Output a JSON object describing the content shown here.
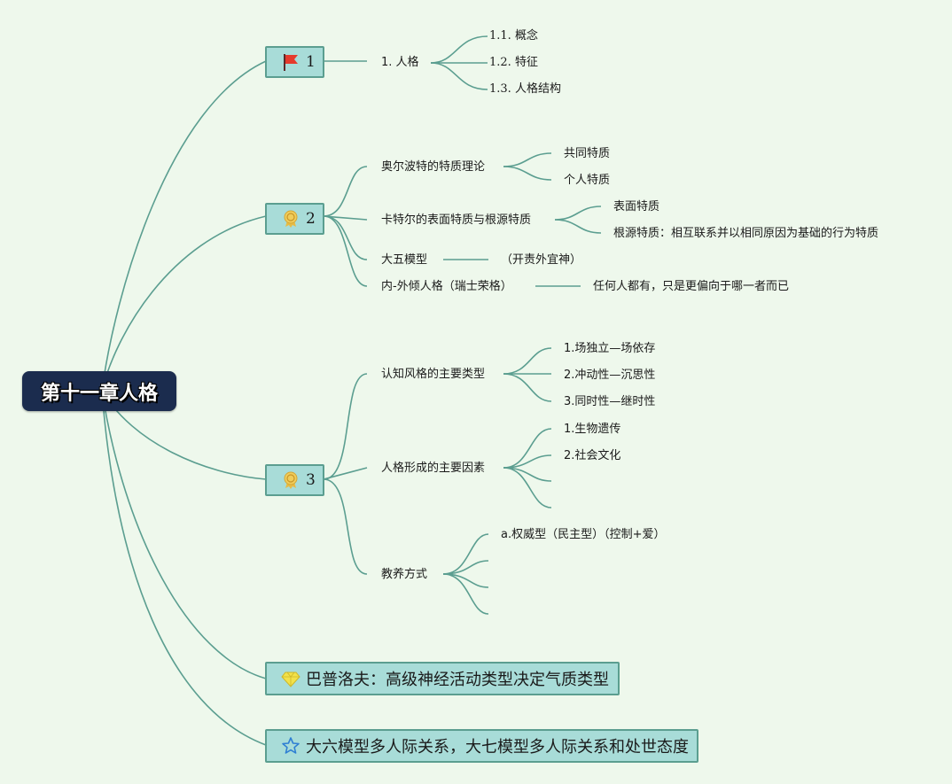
{
  "root": {
    "title": "第十一章人格"
  },
  "colors": {
    "background": "#eef8ec",
    "root_fill": "#1b2c4e",
    "main_fill": "#a8dcd8",
    "line": "#5b9e90"
  },
  "branches": [
    {
      "label": "1",
      "icon": "red-flag-icon",
      "topics": [
        {
          "label": "1. 人格",
          "children": [
            "1.1. 概念",
            "1.2. 特征",
            "1.3. 人格结构"
          ]
        }
      ]
    },
    {
      "label": "2",
      "icon": "award-badge-icon",
      "topics": [
        {
          "label": "奥尔波特的特质理论",
          "children": [
            "共同特质",
            "个人特质"
          ]
        },
        {
          "label": "卡特尔的表面特质与根源特质",
          "children": [
            "表面特质",
            "根源特质：相互联系并以相同原因为基础的行为特质"
          ]
        },
        {
          "label": "大五模型",
          "children": [
            "（开责外宜神）"
          ]
        },
        {
          "label": "内-外倾人格（瑞士荣格）",
          "children": [
            "任何人都有，只是更偏向于哪一者而已"
          ]
        }
      ]
    },
    {
      "label": "3",
      "icon": "award-badge-icon",
      "topics": [
        {
          "label": "认知风格的主要类型",
          "children": [
            "1.场独立—场依存",
            "2.冲动性—沉思性",
            "3.同时性—继时性"
          ]
        },
        {
          "label": "人格形成的主要因素",
          "children": [
            "1.生物遗传",
            "2.社会文化",
            "",
            ""
          ]
        },
        {
          "label": "教养方式",
          "children": [
            "a.权威型（民主型）（控制+爱）",
            "",
            "",
            ""
          ]
        }
      ]
    },
    {
      "label": "巴普洛夫：高级神经活动类型决定气质类型",
      "icon": "diamond-icon",
      "topics": []
    },
    {
      "label": "大六模型多人际关系，大七模型多人际关系和处世态度",
      "icon": "star-icon",
      "topics": []
    }
  ]
}
